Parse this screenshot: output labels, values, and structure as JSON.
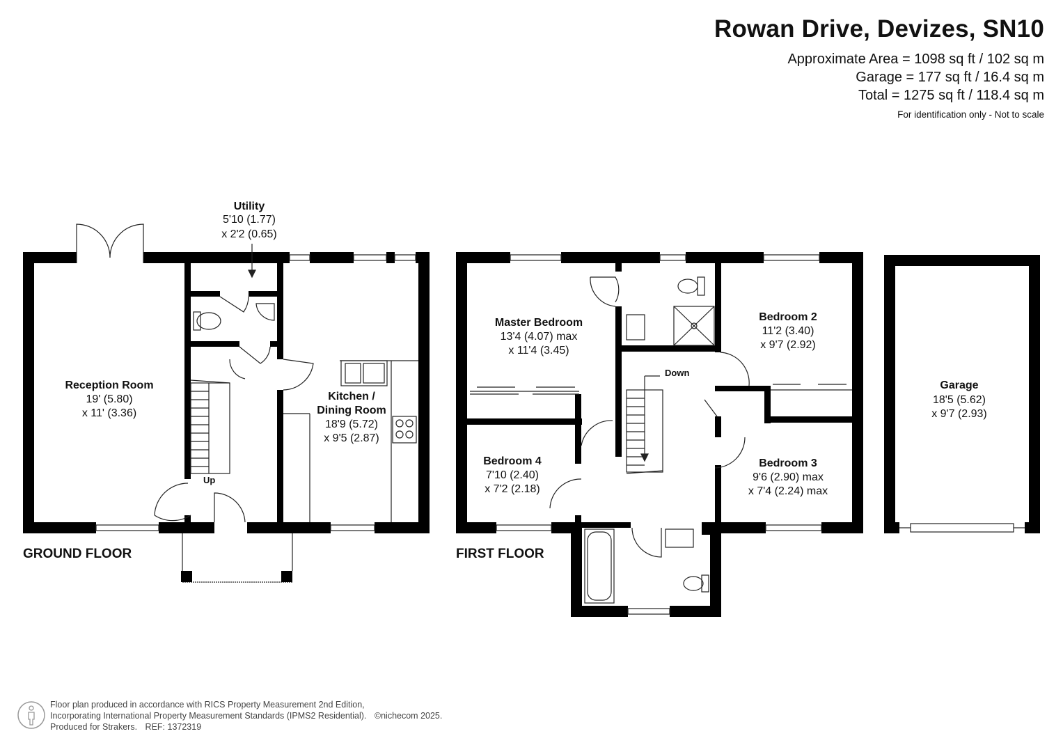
{
  "header": {
    "title": "Rowan Drive, Devizes, SN10",
    "approx_area": "Approximate Area = 1098 sq ft / 102 sq m",
    "garage_area": "Garage = 177 sq ft / 16.4 sq m",
    "total_area": "Total = 1275 sq ft / 118.4 sq m",
    "note": "For identification only - Not to scale"
  },
  "floors": {
    "ground": "GROUND FLOOR",
    "first": "FIRST FLOOR"
  },
  "rooms": {
    "utility": {
      "name": "Utility",
      "dim1": "5'10 (1.77)",
      "dim2": "x 2'2 (0.65)"
    },
    "reception": {
      "name": "Reception Room",
      "dim1": "19' (5.80)",
      "dim2": "x 11' (3.36)"
    },
    "kitchen": {
      "name1": "Kitchen /",
      "name2": "Dining Room",
      "dim1": "18'9 (5.72)",
      "dim2": "x 9'5 (2.87)"
    },
    "master": {
      "name": "Master Bedroom",
      "dim1": "13'4 (4.07) max",
      "dim2": "x 11'4 (3.45)"
    },
    "bed2": {
      "name": "Bedroom 2",
      "dim1": "11'2 (3.40)",
      "dim2": "x 9'7 (2.92)"
    },
    "bed3": {
      "name": "Bedroom 3",
      "dim1": "9'6 (2.90) max",
      "dim2": "x 7'4 (2.24) max"
    },
    "bed4": {
      "name": "Bedroom 4",
      "dim1": "7'10 (2.40)",
      "dim2": "x 7'2 (2.18)"
    },
    "garage": {
      "name": "Garage",
      "dim1": "18'5 (5.62)",
      "dim2": "x 9'7 (2.93)"
    }
  },
  "stairs": {
    "up": "Up",
    "down": "Down"
  },
  "footer": {
    "line1": "Floor plan produced in accordance with RICS Property Measurement 2nd Edition,",
    "line2": "Incorporating International Property Measurement Standards (IPMS2 Residential).",
    "copyright": "©nichecom 2025.",
    "line3": "Produced for Strakers.",
    "ref": "REF: 1372319"
  },
  "colors": {
    "wall": "#000000",
    "line": "#222222",
    "text": "#111111"
  }
}
